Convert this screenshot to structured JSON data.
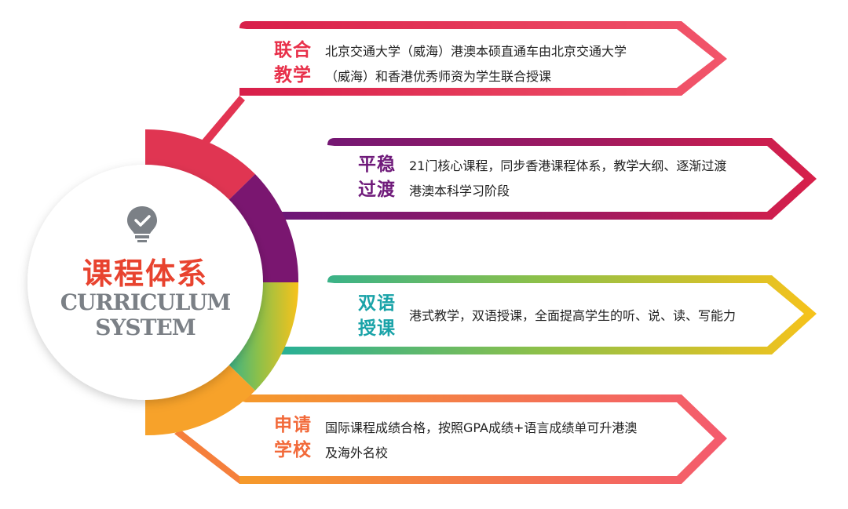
{
  "center": {
    "title": "课程体系",
    "subtitle_line1": "CURRICULUM",
    "subtitle_line2": "SYSTEM",
    "icon": "lightbulb-check-icon"
  },
  "rows": [
    {
      "title_line1": "联合",
      "title_line2": "教学",
      "desc_line1": "北京交通大学（威海）港澳本硕直通车由北京交通大学",
      "desc_line2": "（威海）和香港优秀师资为学生联合授课",
      "color": "#e8304a"
    },
    {
      "title_line1": "平稳",
      "title_line2": "过渡",
      "desc_line1": "21门核心课程，同步香港课程体系，教学大纲、逐渐过渡",
      "desc_line2": "港澳本科学习阶段",
      "color": "#6f1a7a"
    },
    {
      "title_line1": "双语",
      "title_line2": "授课",
      "desc_line1": "港式教学，双语授课，全面提高学生的听、说、读、写能力",
      "desc_line2": "",
      "color": "#1aa3a8"
    },
    {
      "title_line1": "申请",
      "title_line2": "学校",
      "desc_line1": "国际课程成绩合格，按照GPA成绩+语言成绩单可升港澳",
      "desc_line2": "及海外名校",
      "color": "#f26a3a"
    }
  ]
}
